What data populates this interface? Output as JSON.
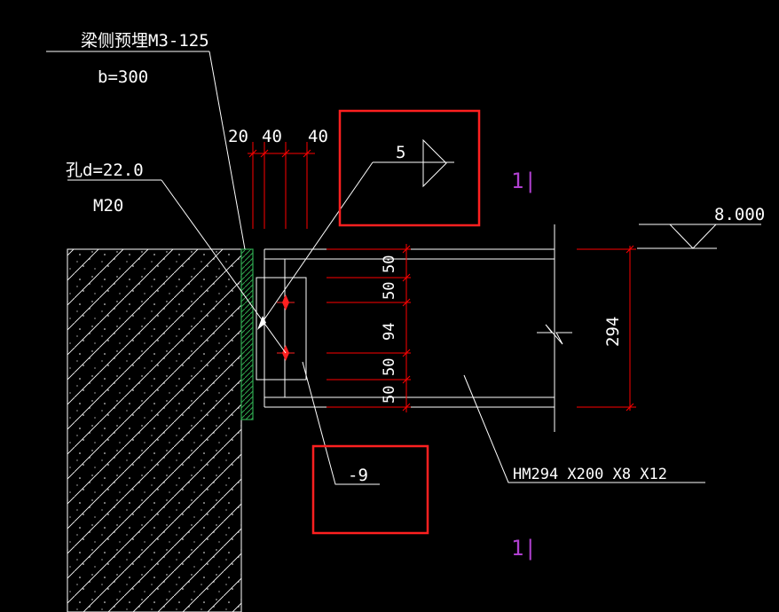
{
  "colors": {
    "background": "#000000",
    "lines": "#ffffff",
    "dimension": "#ff0000",
    "highlight_box": "#ff2020",
    "plate_hatch": "#2fa84f",
    "section_mark": "#b040d0",
    "bolt": "#ff2020"
  },
  "labels": {
    "embed_name": "梁侧预埋M3-125",
    "embed_width": "b=300",
    "hole_dia": "孔d=22.0",
    "bolt_spec": "M20",
    "weld_size": "5",
    "elevation": "8.000",
    "plate_thickness": "-9",
    "beam_section": "HM294 X200 X8 X12",
    "section_top": "1|",
    "section_bottom": "1|"
  },
  "dimensions": {
    "horizontal": [
      "20",
      "40",
      "40"
    ],
    "vertical": [
      "50",
      "50",
      "94",
      "50",
      "50"
    ],
    "beam_depth": "294"
  },
  "icons": {
    "weld_symbol": "fillet-weld-triangle-icon",
    "elevation_marker": "elevation-triangle-icon",
    "break_line": "break-line-icon"
  }
}
